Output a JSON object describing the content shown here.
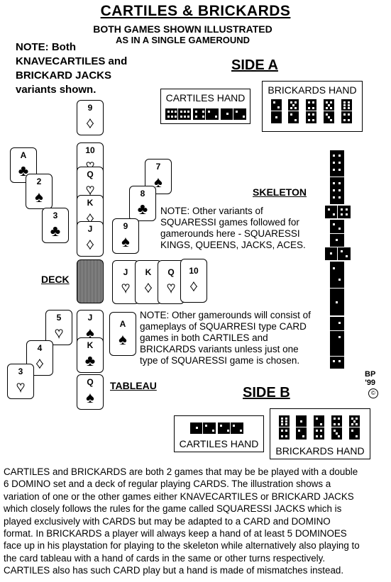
{
  "title": "CARTILES & BRICKARDS",
  "subtitle1": "BOTH GAMES SHOWN ILLUSTRATED",
  "subtitle2": "AS IN A SINGLE GAMEROUND",
  "note_variants": "NOTE: Both\nKNAVECARTILES and\nBRICKARD JACKS\nvariants shown.",
  "side_a": "SIDE A",
  "side_b": "SIDE B",
  "cartiles_hand": "CARTILES HAND",
  "brickards_hand": "BRICKARDS HAND",
  "skeleton": "SKELETON",
  "deck": "DECK",
  "tableau": "TABLEAU",
  "note_variants2": "NOTE: Other variants of\nSQUARESSI games followed for\ngamerounds here - SQUARESSI\nKINGS, QUEENS, JACKS, ACES.",
  "note_gamerounds": "NOTE: Other gamerounds will consist of\ngameplays of SQUARRESI type CARD\ngames in both CARTILES and\nBRICKARDS variants unless just one\ntype of SQUARESSI game is chosen.",
  "signature": "BP\n'99",
  "copyright": "©",
  "description": "CARTILES and BRICKARDS are both 2 games that may be be played with a double\n6 DOMINO set and a deck of regular playing CARDS.  The illustration shows a\nvariation of one or the other games either KNAVECARTILES or BRICKARD JACKS\nwhich closely follows the rules for the game called SQUARESSI JACKS which is\nplayed exclusively with CARDS but may be adapted to a CARD and DOMINO\nformat.  In BRICKARDS a player will always keep a hand of at least 5 DOMINOES\nface up in his playstation for playing to the skeleton while alternatively also playing to\nthe card tableau with a hand of cards in the same or other turns respectively.\nCARTILES also has such CARD play but a hand is made of mismatches instead.",
  "cards": {
    "c9": {
      "rank": "9",
      "suit": "♦"
    },
    "c10": {
      "rank": "10",
      "suit": "♥"
    },
    "cQ": {
      "rank": "Q",
      "suit": "♥"
    },
    "cK": {
      "rank": "K",
      "suit": "♦"
    },
    "cJ": {
      "rank": "J",
      "suit": "♦"
    },
    "a_club": {
      "rank": "A",
      "suit": "♣"
    },
    "two_spade": {
      "rank": "2",
      "suit": "♠"
    },
    "three_club": {
      "rank": "3",
      "suit": "♣"
    },
    "seven_spade": {
      "rank": "7",
      "suit": "♠"
    },
    "eight_club": {
      "rank": "8",
      "suit": "♣"
    },
    "nine_spade": {
      "rank": "9",
      "suit": "♠"
    },
    "j_heart": {
      "rank": "J",
      "suit": "♥"
    },
    "k_diamond": {
      "rank": "K",
      "suit": "♦"
    },
    "q_heart": {
      "rank": "Q",
      "suit": "♥"
    },
    "ten_diamond": {
      "rank": "10",
      "suit": "♦"
    },
    "a_spade": {
      "rank": "A",
      "suit": "♠"
    },
    "five_heart": {
      "rank": "5",
      "suit": "♥"
    },
    "four_diamond": {
      "rank": "4",
      "suit": "♦"
    },
    "three_heart": {
      "rank": "3",
      "suit": "♥"
    },
    "j_spade": {
      "rank": "J",
      "suit": "♠"
    },
    "k_club": {
      "rank": "K",
      "suit": "♣"
    },
    "q_spade": {
      "rank": "Q",
      "suit": "♠"
    }
  }
}
